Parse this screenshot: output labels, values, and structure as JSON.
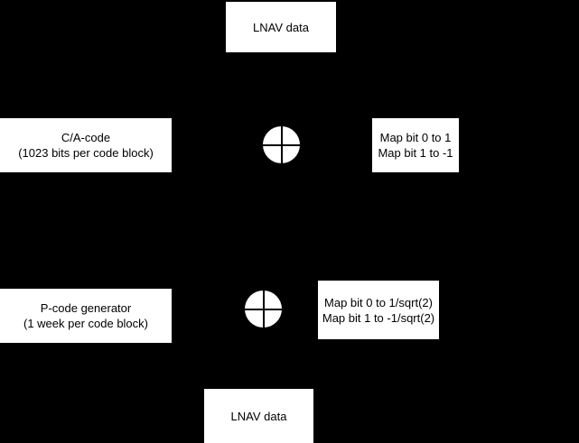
{
  "diagram": {
    "background_color": "#000000",
    "box_fill_color": "#ffffff",
    "text_color": "#000000",
    "boxes": [
      {
        "id": "lnav-top",
        "lines": [
          "LNAV data"
        ]
      },
      {
        "id": "ca-code",
        "lines": [
          "C/A-code",
          "(1023 bits per code block)"
        ]
      },
      {
        "id": "map-ca",
        "lines": [
          "Map bit 0 to 1",
          "Map bit 1 to -1"
        ]
      },
      {
        "id": "p-code",
        "lines": [
          "P-code generator",
          "(1 week per code block)"
        ]
      },
      {
        "id": "map-p",
        "lines": [
          "Map bit 0 to 1/sqrt(2)",
          "Map bit 1 to -1/sqrt(2)"
        ]
      },
      {
        "id": "lnav-bot",
        "lines": [
          "LNAV data"
        ]
      }
    ],
    "mixers": [
      {
        "id": "mixer-ca",
        "symbol": "circle-with-cross"
      },
      {
        "id": "mixer-p",
        "symbol": "circle-with-cross"
      }
    ]
  }
}
